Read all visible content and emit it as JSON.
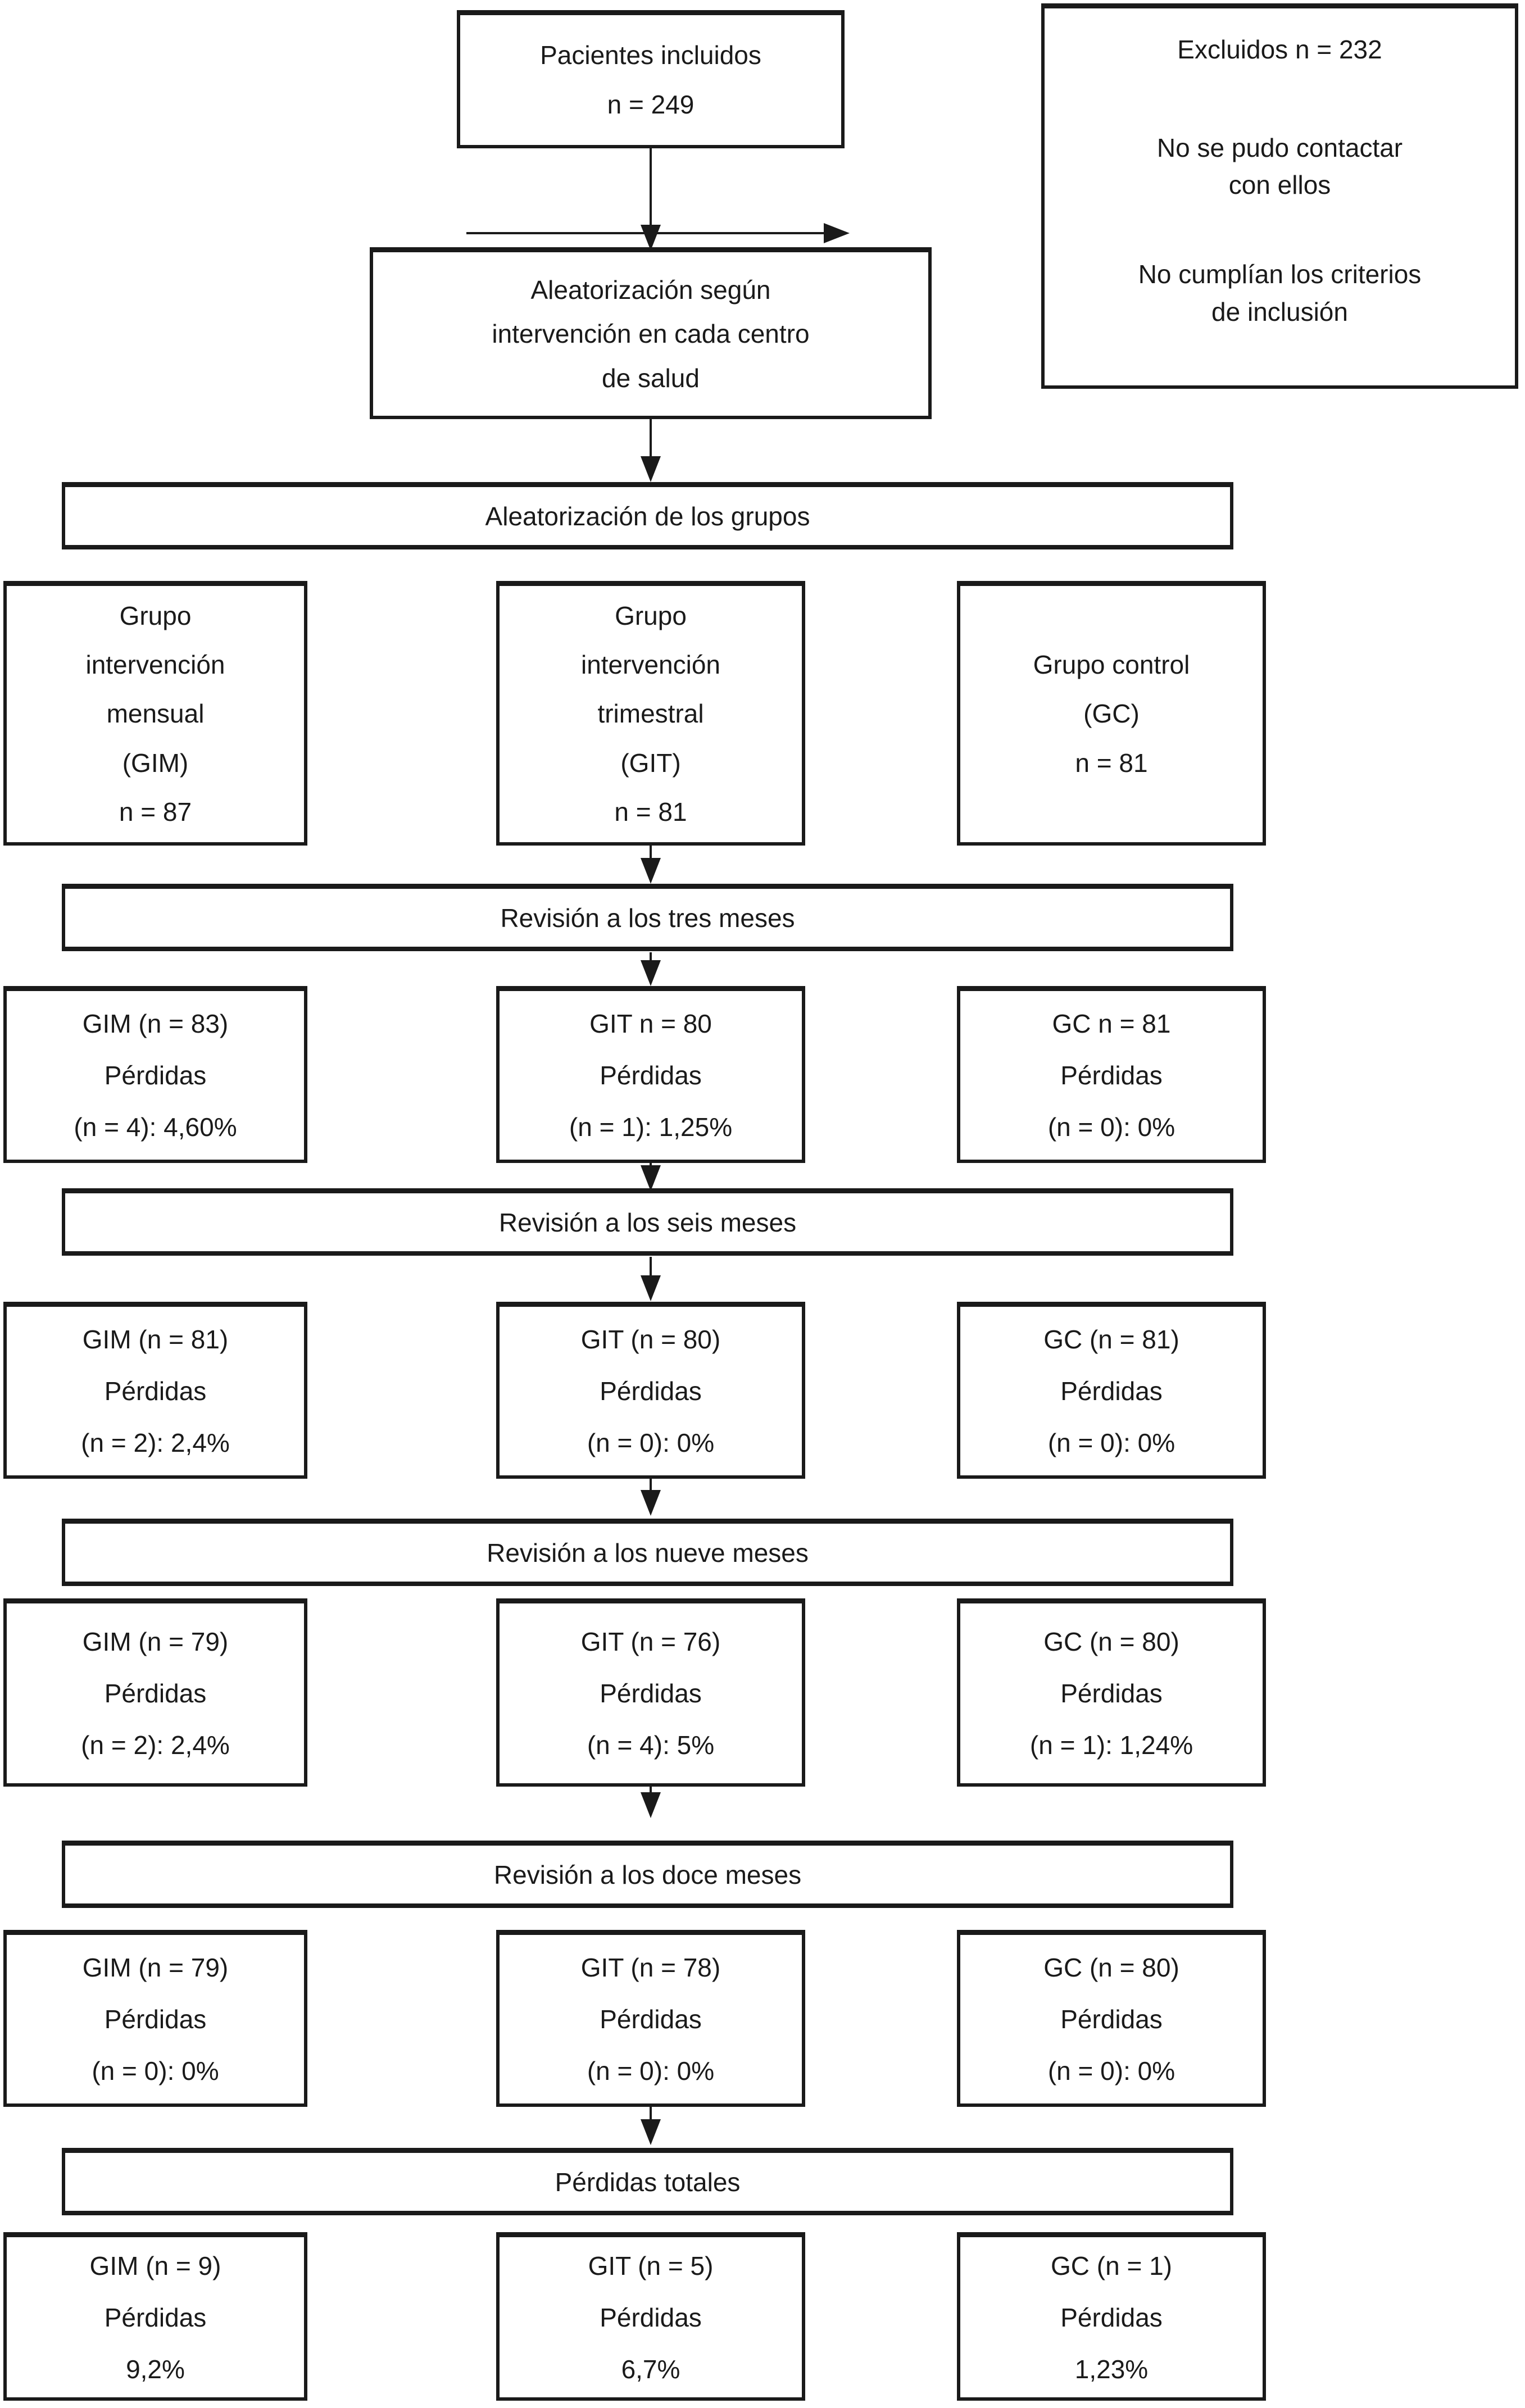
{
  "colors": {
    "ink": "#1a1a1a",
    "background": "#ffffff"
  },
  "included_box": {
    "line1": "Pacientes incluidos",
    "line2": "n = 249"
  },
  "excluded_box": {
    "title": "Excluidos n = 232",
    "reason1": [
      "No se pudo contactar",
      "con ellos"
    ],
    "reason2": [
      "No cumplían los criterios",
      "de inclusión"
    ]
  },
  "randomization_box": {
    "lines": [
      "Aleatorización según",
      "intervención en cada centro",
      "de salud"
    ]
  },
  "groups_banner": "Aleatorización de los grupos",
  "group_boxes": [
    {
      "lines": [
        "Grupo",
        "intervención",
        "mensual",
        "(GIM)",
        "n = 87"
      ]
    },
    {
      "lines": [
        "Grupo",
        "intervención",
        "trimestral",
        "(GIT)",
        "n = 81"
      ]
    },
    {
      "lines": [
        "Grupo control",
        "(GC)",
        "n = 81"
      ]
    }
  ],
  "stages": [
    {
      "banner": "Revisión a los tres meses",
      "boxes": [
        {
          "lines": [
            "GIM (n = 83)",
            "Pérdidas",
            "(n = 4): 4,60%"
          ]
        },
        {
          "lines": [
            "GIT n = 80",
            "Pérdidas",
            "(n = 1): 1,25%"
          ]
        },
        {
          "lines": [
            "GC n = 81",
            "Pérdidas",
            "(n = 0): 0%"
          ]
        }
      ]
    },
    {
      "banner": "Revisión a los seis meses",
      "boxes": [
        {
          "lines": [
            "GIM (n = 81)",
            "Pérdidas",
            "(n = 2): 2,4%"
          ]
        },
        {
          "lines": [
            "GIT (n = 80)",
            "Pérdidas",
            "(n = 0): 0%"
          ]
        },
        {
          "lines": [
            "GC (n = 81)",
            "Pérdidas",
            "(n = 0): 0%"
          ]
        }
      ]
    },
    {
      "banner": "Revisión a los nueve meses",
      "boxes": [
        {
          "lines": [
            "GIM (n = 79)",
            "Pérdidas",
            "(n = 2): 2,4%"
          ]
        },
        {
          "lines": [
            "GIT (n = 76)",
            "Pérdidas",
            "(n = 4): 5%"
          ]
        },
        {
          "lines": [
            "GC (n = 80)",
            "Pérdidas",
            "(n = 1): 1,24%"
          ]
        }
      ]
    },
    {
      "banner": "Revisión a los doce meses",
      "boxes": [
        {
          "lines": [
            "GIM (n = 79)",
            "Pérdidas",
            "(n = 0): 0%"
          ]
        },
        {
          "lines": [
            "GIT (n = 78)",
            "Pérdidas",
            "(n = 0): 0%"
          ]
        },
        {
          "lines": [
            "GC (n = 80)",
            "Pérdidas",
            "(n = 0): 0%"
          ]
        }
      ]
    },
    {
      "banner": "Pérdidas totales",
      "boxes": [
        {
          "lines": [
            "GIM (n = 9)",
            "Pérdidas",
            "9,2%"
          ]
        },
        {
          "lines": [
            "GIT (n = 5)",
            "Pérdidas",
            "6,7%"
          ]
        },
        {
          "lines": [
            "GC (n = 1)",
            "Pérdidas",
            "1,23%"
          ]
        }
      ]
    }
  ]
}
